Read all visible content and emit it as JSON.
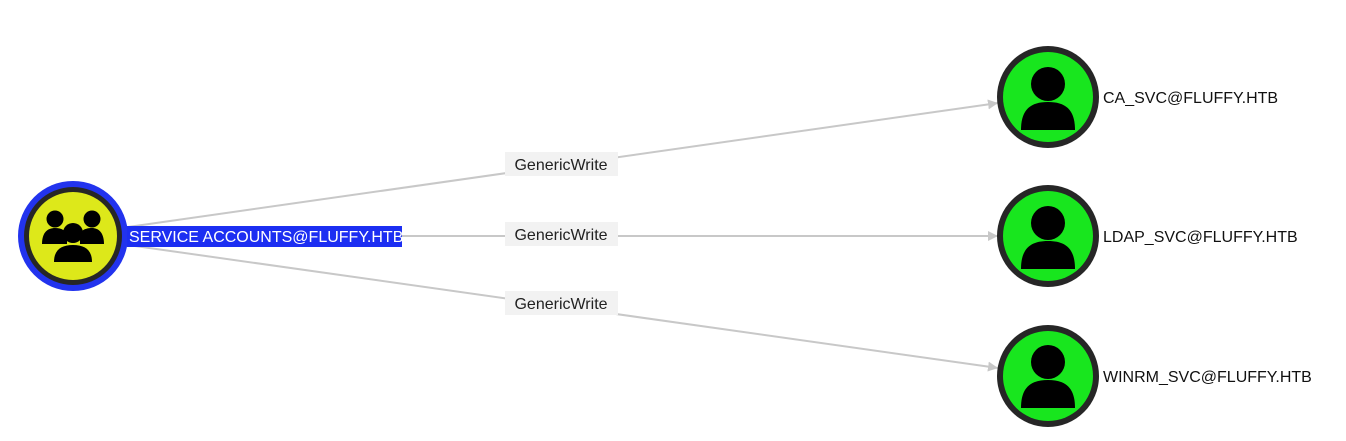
{
  "graph": {
    "colors": {
      "group_node": "#dde81a",
      "user_node": "#18e61e",
      "node_border": "#262626",
      "selected_ring": "#2233ee",
      "selected_label_bg": "#1c2ef2",
      "edge": "#c8c8c8",
      "edge_label_bg": "#f2f2f2"
    },
    "source": {
      "label": "SERVICE ACCOUNTS@FLUFFY.HTB",
      "type": "group",
      "icon": "users-group-icon",
      "selected": true
    },
    "targets": [
      {
        "label": "CA_SVC@FLUFFY.HTB",
        "type": "user",
        "icon": "user-icon"
      },
      {
        "label": "LDAP_SVC@FLUFFY.HTB",
        "type": "user",
        "icon": "user-icon"
      },
      {
        "label": "WINRM_SVC@FLUFFY.HTB",
        "type": "user",
        "icon": "user-icon"
      }
    ],
    "edges": [
      {
        "label": "GenericWrite",
        "to": 0
      },
      {
        "label": "GenericWrite",
        "to": 1
      },
      {
        "label": "GenericWrite",
        "to": 2
      }
    ]
  }
}
